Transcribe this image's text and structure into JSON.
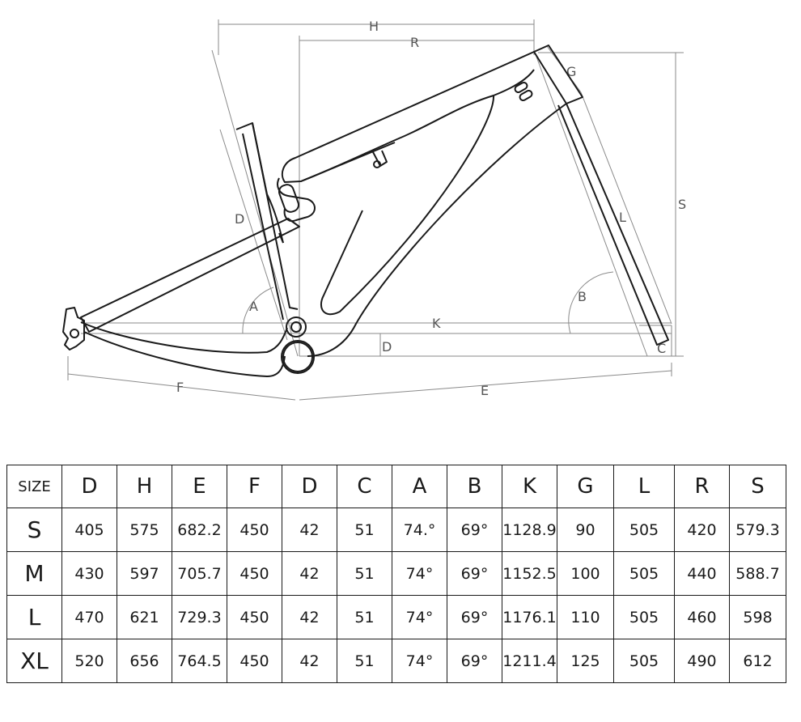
{
  "diagram": {
    "dimension_labels": {
      "H": "H",
      "R": "R",
      "G": "G",
      "S": "S",
      "L": "L",
      "D": "D",
      "B": "B",
      "A": "A",
      "K": "K",
      "Dsmall": "D",
      "C": "C",
      "F": "F",
      "E": "E"
    },
    "colors": {
      "frame": "#1a1a1a",
      "dimension": "#8a8a8a"
    }
  },
  "table": {
    "headers": [
      "SIZE",
      "D",
      "H",
      "E",
      "F",
      "D",
      "C",
      "A",
      "B",
      "K",
      "G",
      "L",
      "R",
      "S"
    ],
    "rows": [
      {
        "size": "S",
        "values": [
          "405",
          "575",
          "682.2",
          "450",
          "42",
          "51",
          "74.°",
          "69°",
          "1128.9",
          "90",
          "505",
          "420",
          "579.3"
        ]
      },
      {
        "size": "M",
        "values": [
          "430",
          "597",
          "705.7",
          "450",
          "42",
          "51",
          "74°",
          "69°",
          "1152.5",
          "100",
          "505",
          "440",
          "588.7"
        ]
      },
      {
        "size": "L",
        "values": [
          "470",
          "621",
          "729.3",
          "450",
          "42",
          "51",
          "74°",
          "69°",
          "1176.1",
          "110",
          "505",
          "460",
          "598"
        ]
      },
      {
        "size": "XL",
        "values": [
          "520",
          "656",
          "764.5",
          "450",
          "42",
          "51",
          "74°",
          "69°",
          "1211.4",
          "125",
          "505",
          "490",
          "612"
        ]
      }
    ]
  }
}
